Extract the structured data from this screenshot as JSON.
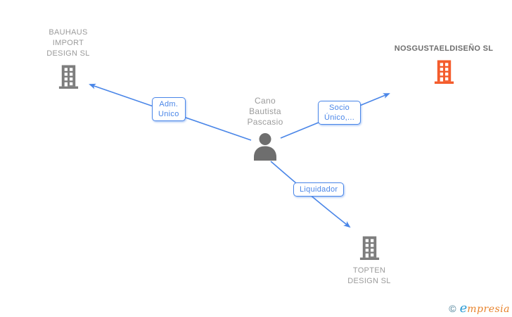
{
  "diagram": {
    "person": {
      "name": "Cano Bautista Pascasio",
      "line1": "Cano",
      "line2": "Bautista",
      "line3": "Pascasio"
    },
    "companies": {
      "bauhaus": {
        "name": "BAUHAUS IMPORT DESIGN SL",
        "line1": "BAUHAUS",
        "line2": "IMPORT",
        "line3": "DESIGN SL"
      },
      "nosgusta": {
        "name": "NOSGUSTAELDISEÑO SL",
        "line1": "NOSGUSTAELDISEÑO SL",
        "highlighted": true
      },
      "topten": {
        "name": "TOPTEN DESIGN SL",
        "line1": "TOPTEN",
        "line2": "DESIGN SL"
      }
    },
    "relations": {
      "adm": {
        "label": "Adm. Unico",
        "line1": "Adm.",
        "line2": "Unico",
        "from": "person",
        "to": "BAUHAUS IMPORT DESIGN SL"
      },
      "socio": {
        "label": "Socio Único,...",
        "line1": "Socio",
        "line2": "Único,...",
        "from": "person",
        "to": "NOSGUSTAELDISEÑO SL"
      },
      "liquidador": {
        "label": "Liquidador",
        "line1": "Liquidador",
        "from": "person",
        "to": "TOPTEN DESIGN SL"
      }
    }
  },
  "colors": {
    "accent_blue": "#4a86e8",
    "highlight_orange": "#f45c2c",
    "icon_gray": "#7d7d7d",
    "text_light_gray": "#9b9b9b",
    "text_dark_gray": "#6e6e6e"
  },
  "footer": {
    "copyright": "©",
    "brand_first_letter": "e",
    "brand_rest": "mpresia"
  }
}
